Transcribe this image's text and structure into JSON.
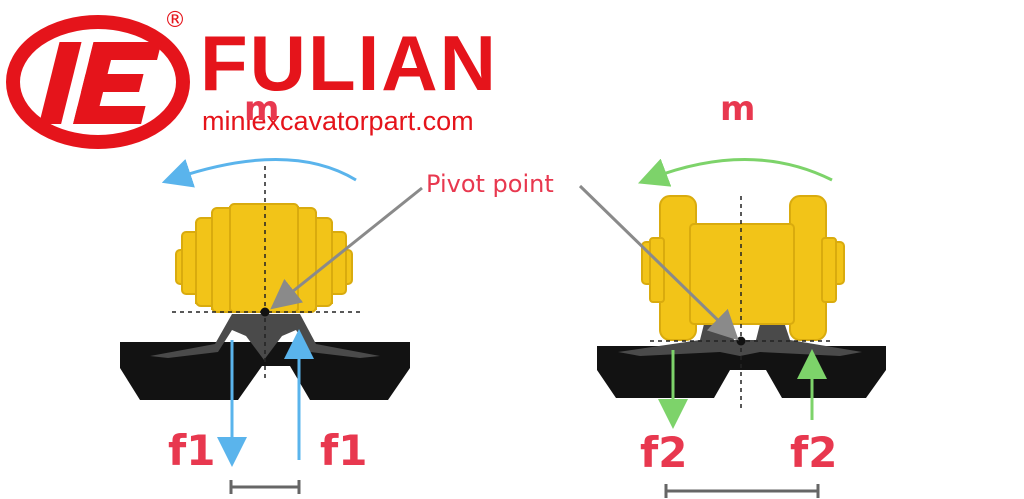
{
  "brand": {
    "name": "FULIAN",
    "url": "miniexcavatorpart.com",
    "registered": "®",
    "logo_letters": "IE",
    "color": "#e5141b"
  },
  "diagram": {
    "pivot_label": "Pivot point",
    "left": {
      "moment_label": "m",
      "force_label": "f1",
      "arrow_color": "#5ab4ec"
    },
    "right": {
      "moment_label": "m",
      "force_label": "f2",
      "arrow_color": "#7dd36a"
    },
    "label_color": "#e8384f",
    "roller_color": "#f2c418",
    "track_color": "#121212",
    "rail_color": "#4a4a4a"
  }
}
